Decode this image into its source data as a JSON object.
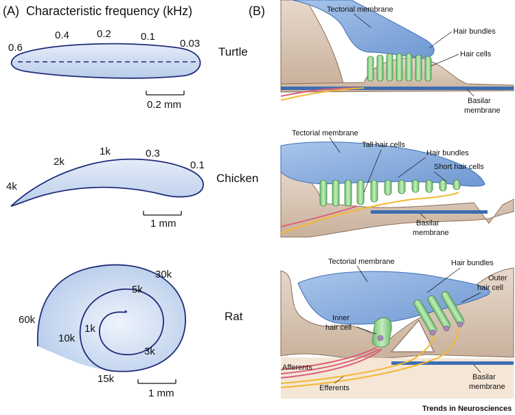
{
  "panel_a": {
    "letter": "(A)",
    "title": "Characteristic  frequency (kHz)",
    "turtle": {
      "name": "Turtle",
      "freqs": [
        "0.6",
        "0.4",
        "0.2",
        "0.1",
        "0.03"
      ],
      "scale": "0.2 mm"
    },
    "chicken": {
      "name": "Chicken",
      "freqs": [
        "4k",
        "2k",
        "1k",
        "0.3",
        "0.1"
      ],
      "scale": "1 mm"
    },
    "rat": {
      "name": "Rat",
      "freqs": [
        "60k",
        "30k",
        "10k",
        "5k",
        "1k",
        "3k",
        "15k"
      ],
      "scale": "1 mm"
    }
  },
  "panel_b": {
    "letter": "(B)",
    "turtle_labels": {
      "tectorial": "Tectorial membrane",
      "bundles": "Hair bundles",
      "cells": "Hair cells",
      "basilar_1": "Basilar",
      "basilar_2": "membrane"
    },
    "chicken_labels": {
      "tectorial": "Tectorial membrane",
      "tall": "Tall hair cells",
      "bundles": "Hair bundles",
      "short": "Short hair cells",
      "basilar_1": "Basilar",
      "basilar_2": "membrane"
    },
    "rat_labels": {
      "tectorial": "Tectorial membrane",
      "bundles": "Hair bundles",
      "outer_1": "Outer",
      "outer_2": "hair cell",
      "inner_1": "Inner",
      "inner_2": "hair cell",
      "afferents": "Afferents",
      "efferents": "Efferents",
      "basilar_1": "Basilar",
      "basilar_2": "membrane"
    }
  },
  "footer": {
    "credit": "Trends in Neurosciences"
  },
  "colors": {
    "organ_fill": "#c9d8ef",
    "organ_stroke": "#1f2a78",
    "tectorial": "#8fb3e0",
    "tissue": "#dccabb",
    "hair_cell": "#9fd79a",
    "nerve_red": "#d9607a",
    "nerve_yellow": "#f2b832",
    "basilar": "#3d6db3"
  }
}
